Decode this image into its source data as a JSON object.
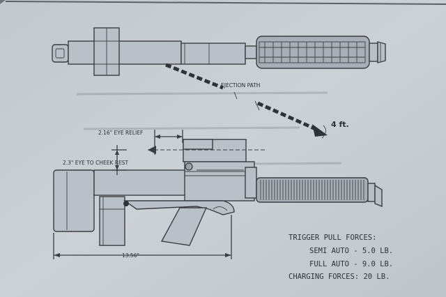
{
  "diagram": {
    "ejection_label": "EJECTION PATH",
    "distance_label": "4 ft.",
    "eye_relief_label": "2.16\" EYE RELIEF",
    "eye_cheek_label": "2.3\" EYE TO CHEEK REST",
    "length_label": "13.56\""
  },
  "specs": {
    "title": "TRIGGER PULL FORCES:",
    "semi": "SEMI AUTO - 5.0 LB.",
    "full": "FULL AUTO - 9.0 LB.",
    "charging": "CHARGING FORCES:  20 LB."
  },
  "colors": {
    "paper": "#c7ccd2",
    "ink": "#3a3e44",
    "background": "#6e757c"
  }
}
